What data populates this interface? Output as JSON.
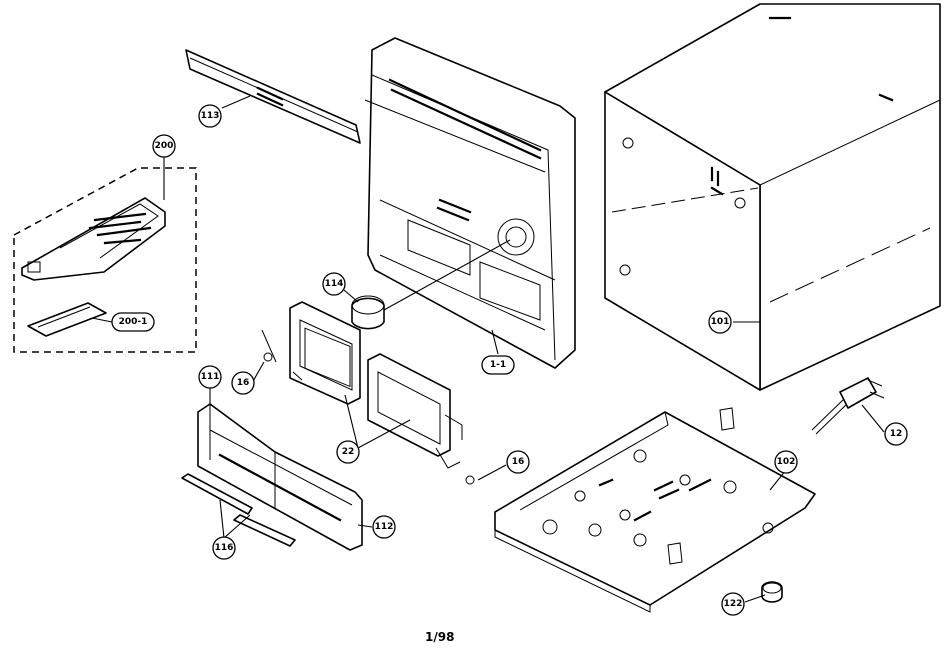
{
  "diagram": {
    "page_number": "1/98",
    "callouts": {
      "c113": "113",
      "c200": "200",
      "c200_1": "200-1",
      "c114": "114",
      "c1_1": "1-1",
      "c16a": "16",
      "c16b": "16",
      "c22": "22",
      "c111": "111",
      "c112": "112",
      "c116": "116",
      "c101": "101",
      "c12": "12",
      "c102": "102",
      "c122": "122"
    }
  }
}
